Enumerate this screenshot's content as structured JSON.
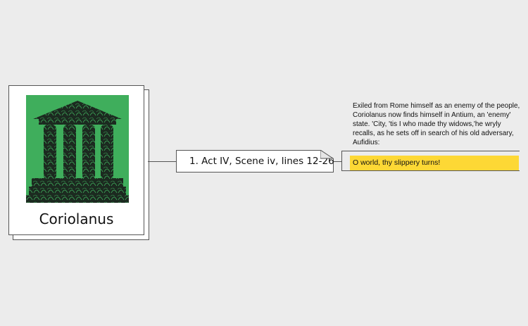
{
  "book": {
    "title": "Coriolanus",
    "cover_icon": "temple-columns-icon",
    "cover_color": "#3fae5c"
  },
  "note": {
    "label": "1. Act IV, Scene iv, lines 12-26."
  },
  "description": {
    "text": "Exiled from Rome himself as an enemy of the people, Coriolanus now finds himself in Antium, an 'enemy' state. 'City, 'tis I who made thy widows,'he wryly recalls, as he sets off in search of his old adversary, Aufidius:"
  },
  "quote": {
    "text": "O world, thy slippery turns!",
    "highlight_color": "#fdd835"
  }
}
